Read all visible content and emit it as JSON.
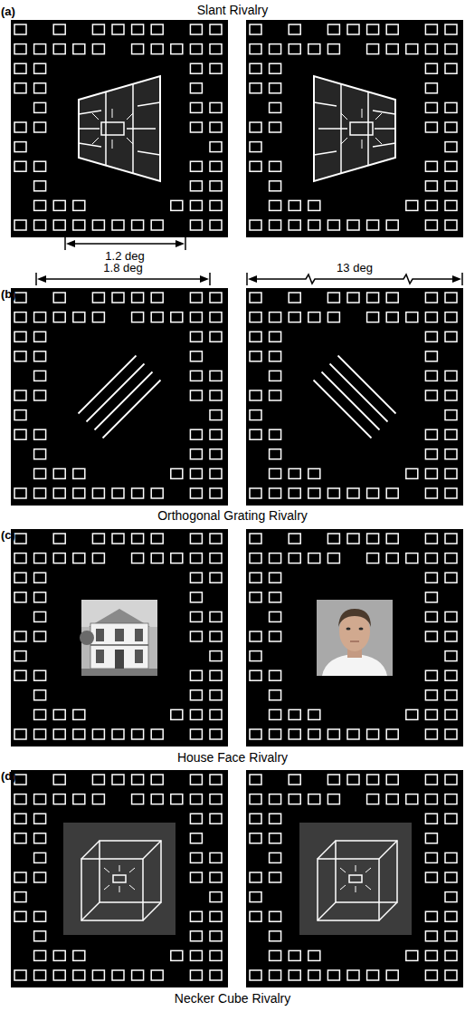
{
  "diagram": {
    "labels": [
      "Slant Rivalry",
      "(a)",
      "1.2 deg",
      "1.8 deg",
      "13 deg",
      "(b)",
      "Orthogonal Grating Rivalry",
      "(c)",
      "House Face Rivalry",
      "(d)",
      "Necker Cube Rivalry"
    ]
  }
}
